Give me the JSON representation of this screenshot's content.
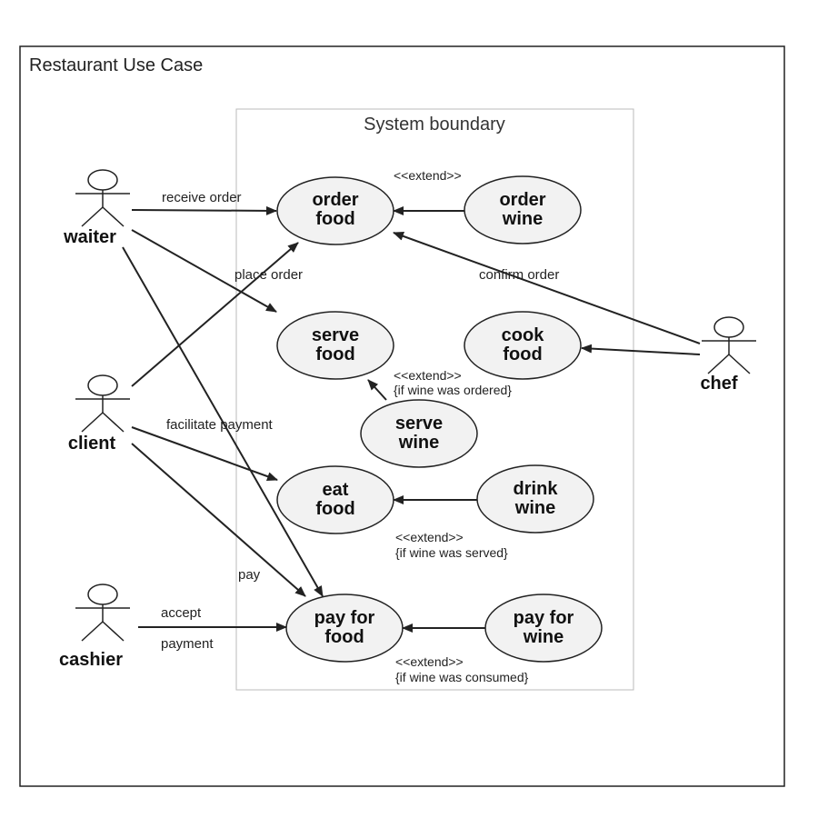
{
  "diagram": {
    "title": "Restaurant Use Case",
    "boundary_title": "System boundary"
  },
  "actors": [
    {
      "id": "waiter",
      "name": "waiter"
    },
    {
      "id": "client",
      "name": "client"
    },
    {
      "id": "cashier",
      "name": "cashier"
    },
    {
      "id": "chef",
      "name": "chef"
    }
  ],
  "use_cases": [
    {
      "id": "order-food",
      "lines": [
        "order",
        "food"
      ]
    },
    {
      "id": "order-wine",
      "lines": [
        "order",
        "wine"
      ]
    },
    {
      "id": "serve-food",
      "lines": [
        "serve",
        "food"
      ]
    },
    {
      "id": "cook-food",
      "lines": [
        "cook",
        "food"
      ]
    },
    {
      "id": "serve-wine",
      "lines": [
        "serve",
        "wine"
      ]
    },
    {
      "id": "eat-food",
      "lines": [
        "eat",
        "food"
      ]
    },
    {
      "id": "drink-wine",
      "lines": [
        "drink",
        "wine"
      ]
    },
    {
      "id": "pay-for-food",
      "lines": [
        "pay for",
        "food"
      ]
    },
    {
      "id": "pay-for-wine",
      "lines": [
        "pay for",
        "wine"
      ]
    }
  ],
  "associations": {
    "receive_order": "receive order",
    "place_order": "place order",
    "confirm_order": "confirm order",
    "facilitate_payment": "facilitate payment",
    "pay": "pay",
    "accept_line1": "accept",
    "accept_line2": "payment"
  },
  "extends": {
    "order_wine": {
      "stereotype": "<<extend>>"
    },
    "serve_wine": {
      "stereotype": "<<extend>>",
      "condition": "{if wine was ordered}"
    },
    "drink_wine": {
      "stereotype": "<<extend>>",
      "condition": "{if wine was served}"
    },
    "pay_for_wine": {
      "stereotype": "<<extend>>",
      "condition": "{if wine was consumed}"
    }
  }
}
